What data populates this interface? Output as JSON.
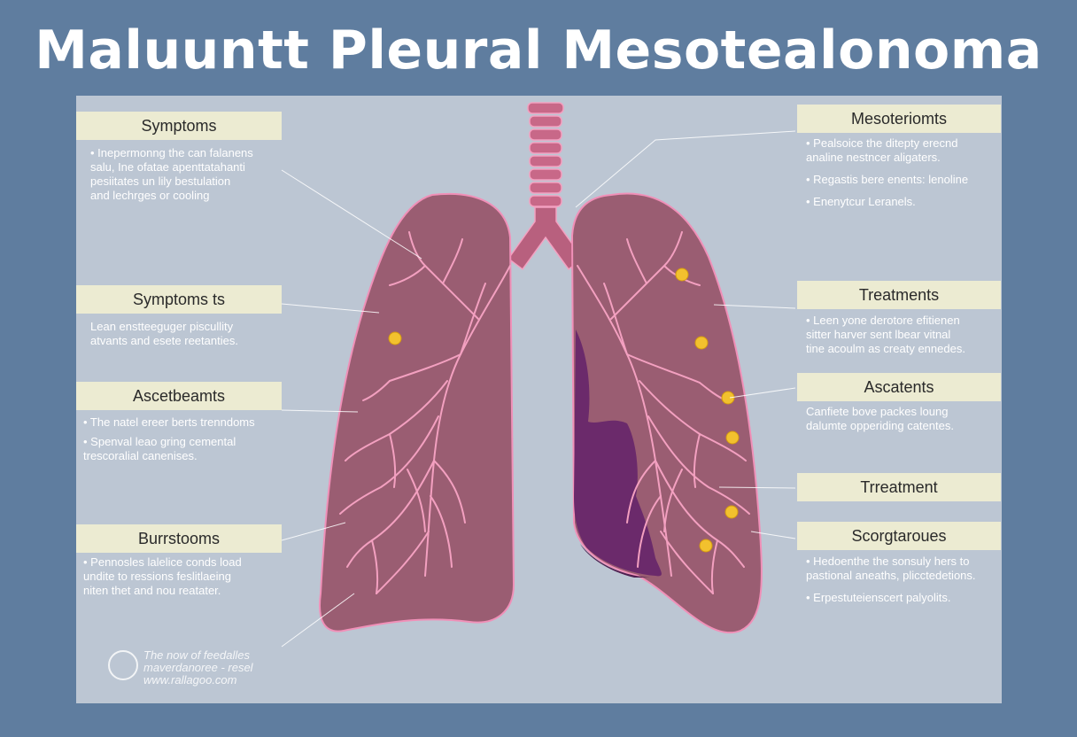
{
  "title": "Maluuntt Pleural Mesotealonoma",
  "colors": {
    "background": "#5f7d9f",
    "panel": "#bcc6d3",
    "lung_fill": "#9a5d72",
    "lung_outline": "#f090b8",
    "airway": "#b8607e",
    "tumor": "#6b2a6b",
    "marker": "#f2c12e",
    "label_box": "#ecebd2"
  },
  "left_labels": [
    {
      "heading": "Symptoms",
      "lines": [
        "• Inepermonng the can falanens",
        "salu, Ine ofatae apenttatahanti",
        "pesiitates un lily bestulation",
        "and lechrges or cooling"
      ]
    },
    {
      "heading": "Symptoms ts",
      "lines": [
        "Lean enstteeguger piscullity",
        "atvants and esete reetanties."
      ]
    },
    {
      "heading": "Ascetbeamts",
      "lines": [
        "• The natel ereer berts trenndoms",
        "• Spenval leao gring cemental",
        "trescoralial canenises."
      ]
    },
    {
      "heading": "Burrstooms",
      "lines": [
        "• Pennosles lalelice conds load",
        "undite to ressions feslitlaeing",
        "niten thet and nou reatater."
      ]
    }
  ],
  "right_labels": [
    {
      "heading": "Mesoteriomts",
      "lines": [
        "• Pealsoice the ditepty erecnd",
        "analine nestncer aligaters.",
        "• Regastis bere enents: lenoline",
        "• Enenytcur Leranels."
      ]
    },
    {
      "heading": "Treatments",
      "lines": [
        "• Leen yone derotore efitienen",
        "sitter harver sent lbear vitnal",
        "tine acoulm as creaty ennedes."
      ]
    },
    {
      "heading": "Ascatents",
      "lines": [
        "Canfiete bove packes loung",
        "dalumte opperiding catentes."
      ]
    },
    {
      "heading": "Trreatment",
      "lines": []
    },
    {
      "heading": "Scorgtaroues",
      "lines": [
        "• Hedoenthe the sonsuly hers to",
        "pastional aneaths, plicctedetions.",
        "• Erpestuteienscert palyolits."
      ]
    }
  ],
  "footer": {
    "lines": [
      "The now of feedalles",
      "maverdanoree - resel",
      "www.rallagoo.com"
    ]
  }
}
